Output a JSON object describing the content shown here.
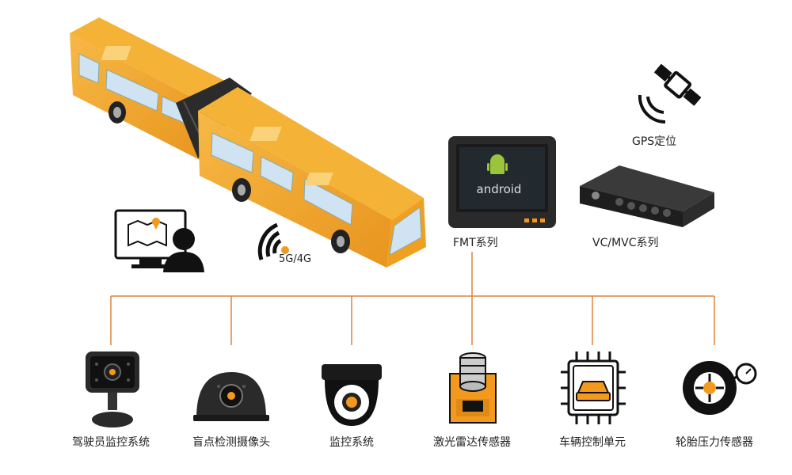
{
  "top_labels": {
    "network": "5G/4G",
    "fmt": "FMT系列",
    "vc": "VC/MVC系列",
    "gps": "GPS定位",
    "android": "android"
  },
  "devices": [
    {
      "label": "驾驶员监控系统"
    },
    {
      "label": "盲点检测摄像头"
    },
    {
      "label": "监控系统"
    },
    {
      "label": "激光雷达传感器"
    },
    {
      "label": "车辆控制单元"
    },
    {
      "label": "轮胎压力传感器"
    }
  ],
  "colors": {
    "connector": "#E0823A",
    "bus_body": "#F2A523",
    "accent_orange": "#F39A1E",
    "android_green": "#9BC43C",
    "dark": "#1c1c1c"
  }
}
